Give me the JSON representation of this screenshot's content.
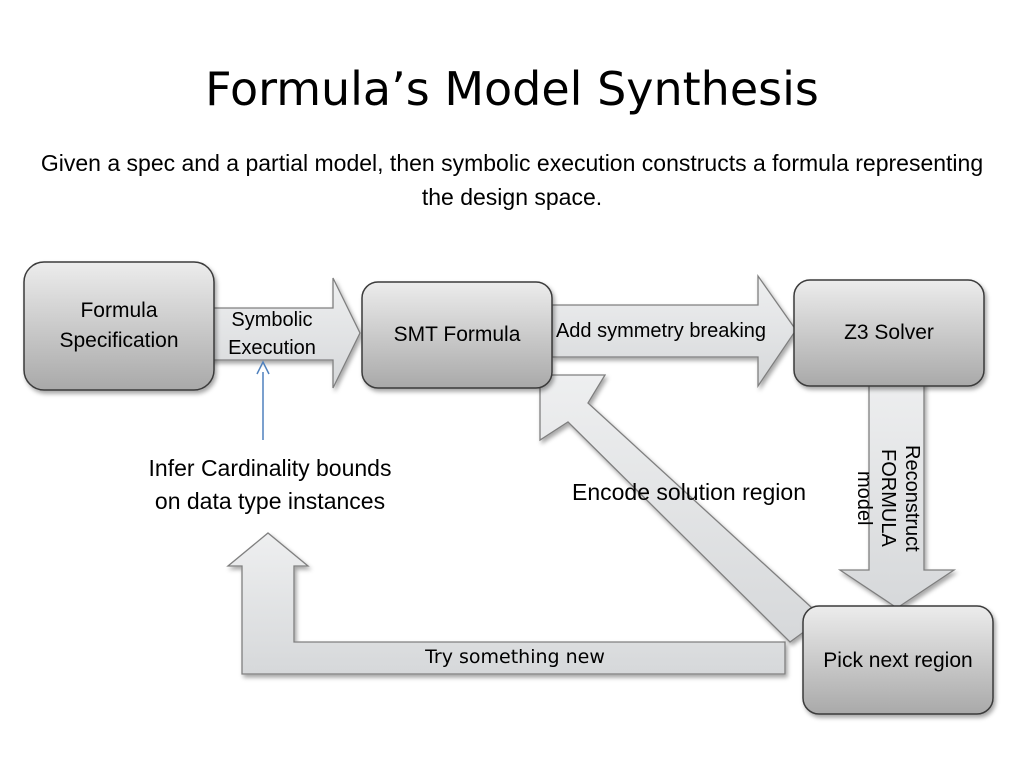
{
  "slide": {
    "title": "Formula’s Model Synthesis",
    "subtitle": "Given a spec and a partial model, then symbolic execution constructs a formula representing the design space."
  },
  "nodes": {
    "formula_spec": "Formula Specification",
    "smt_formula": "SMT Formula",
    "z3_solver": "Z3 Solver",
    "pick_next": "Pick next region"
  },
  "edges": {
    "symbolic_execution": "Symbolic Execution",
    "symmetry_breaking": "Add symmetry breaking",
    "reconstruct": "Reconstruct FORMULA model",
    "encode_solution": "Encode solution region",
    "try_something_new": "Try something new"
  },
  "annotations": {
    "infer_cardinality": "Infer Cardinality bounds on data type instances"
  },
  "colors": {
    "box_fill_top": "#e6e6e6",
    "box_fill_bottom": "#a8a8a8",
    "arrow_fill": "#dfe1e3",
    "stroke": "#404040",
    "thin_arrow": "#4f81bd"
  }
}
